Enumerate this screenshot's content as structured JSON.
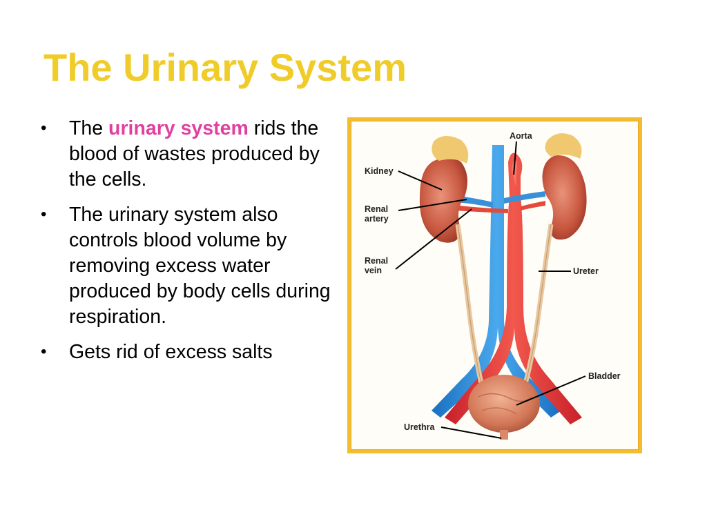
{
  "slide": {
    "title": "The Urinary System",
    "bullets": [
      {
        "pre": "The ",
        "highlight": "urinary system",
        "post": " rids the blood of wastes produced by the cells."
      },
      {
        "text": "The urinary system also controls blood volume by removing excess water produced by body cells during respiration."
      },
      {
        "text": "Gets rid of excess salts"
      }
    ],
    "bullet_glyph": "•",
    "highlight_color": "#e040a0",
    "title_color": "#f0cc2a",
    "frame_color": "#f3bd2e"
  },
  "diagram": {
    "labels": {
      "aorta": "Aorta",
      "kidney": "Kidney",
      "renal_artery_1": "Renal",
      "renal_artery_2": "artery",
      "renal_vein_1": "Renal",
      "renal_vein_2": "vein",
      "ureter": "Ureter",
      "bladder": "Bladder",
      "urethra": "Urethra"
    }
  }
}
